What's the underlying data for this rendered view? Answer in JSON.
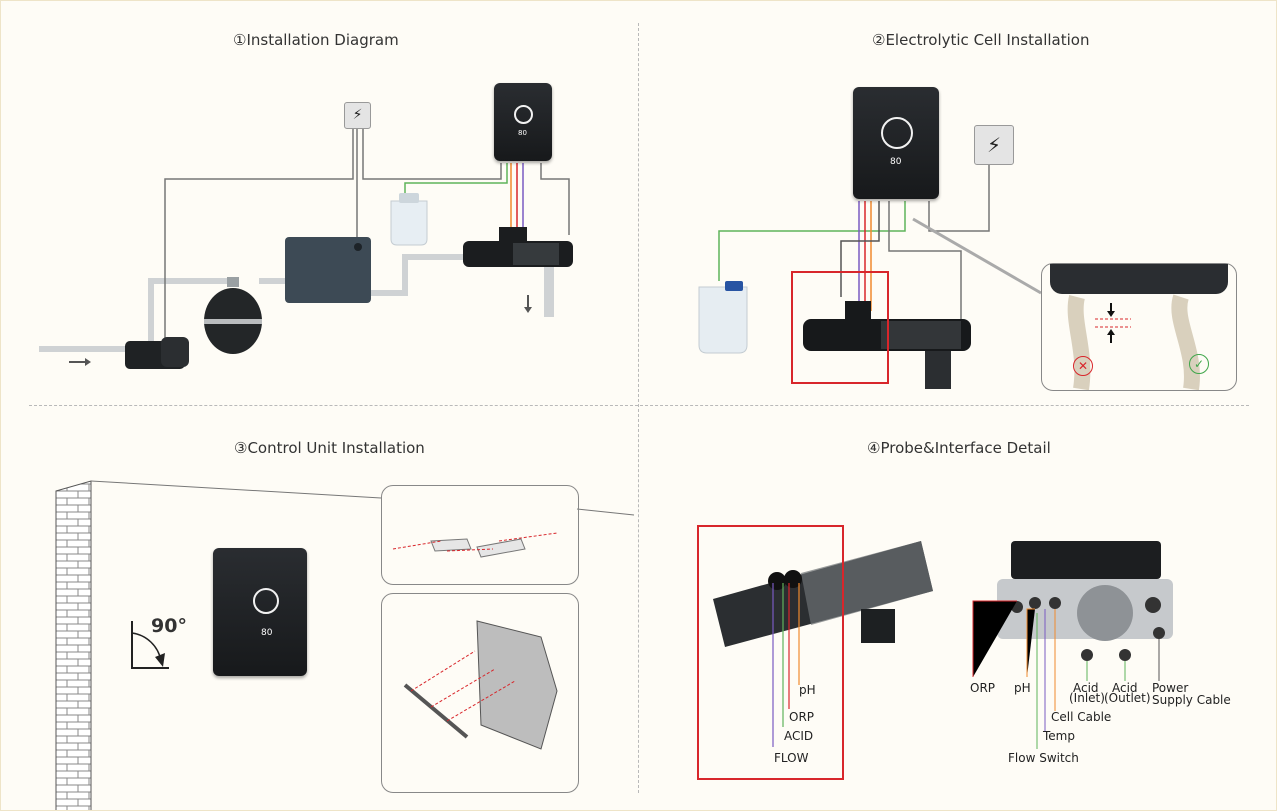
{
  "panels": {
    "installation": {
      "title": "①Installation Diagram"
    },
    "cell": {
      "title": "②Electrolytic Cell Installation"
    },
    "control": {
      "title": "③Control Unit Installation",
      "angle": "90°"
    },
    "probe": {
      "title": "④Probe&Interface Detail",
      "left_labels": {
        "ph": "pH",
        "orp": "ORP",
        "acid": "ACID",
        "flow": "FLOW"
      },
      "right_labels": {
        "orp": "ORP",
        "ph": "pH",
        "acid_inlet_1": "Acid",
        "acid_inlet_2": "(Inlet)",
        "acid_outlet_1": "Acid",
        "acid_outlet_2": "(Outlet)",
        "power_1": "Power",
        "power_2": "Supply Cable",
        "cell_cable": "Cell Cable",
        "temp": "Temp",
        "flow_switch": "Flow Switch"
      }
    }
  },
  "device_display": {
    "value": "80"
  },
  "icons": {
    "power": "lightning-bolt-icon",
    "wrong": "cross-icon",
    "right": "check-icon"
  },
  "colors": {
    "red_highlight": "#d8262b",
    "green_check": "#3fa64a",
    "wire_green": "#5fb35a",
    "wire_orange": "#f08a2e",
    "wire_purple": "#7a5bc2",
    "wire_red": "#d8262b"
  }
}
